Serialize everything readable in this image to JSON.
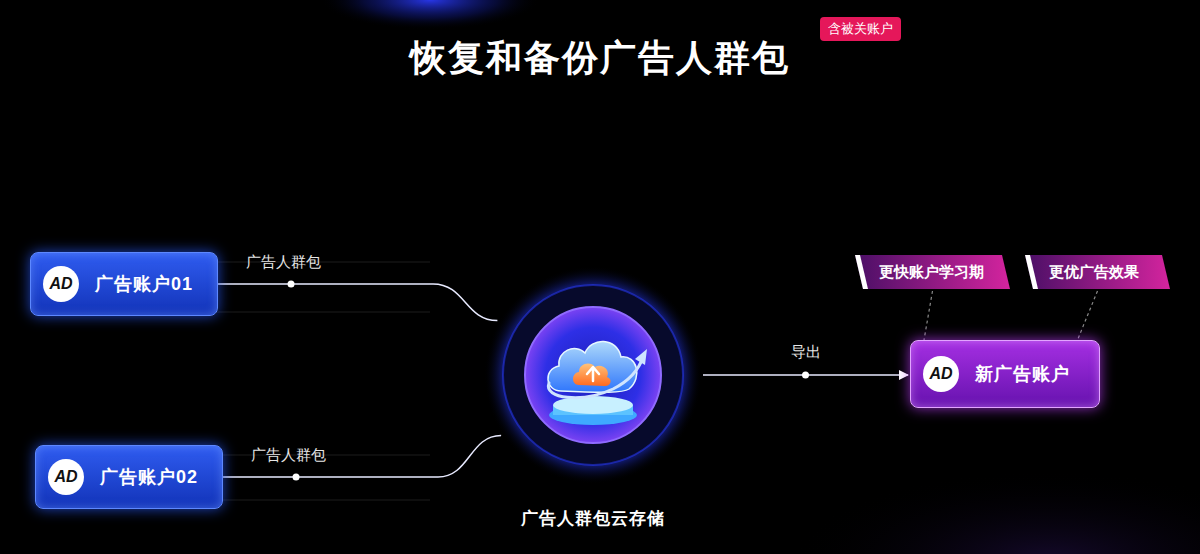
{
  "diagram": {
    "title": "恢复和备份广告人群包",
    "nodes": [
      {
        "text": [
          "含被关账户"
        ]
      },
      {
        "text": [
          "广告账户01"
        ]
      },
      {
        "text": [
          "AD"
        ],
        "in": 1
      },
      {
        "text": [
          "广告账户02"
        ]
      },
      {
        "text": [
          "AD"
        ],
        "in": 3
      },
      {
        "text": [
          "广告人群包云存储"
        ]
      },
      {
        "text": [
          "更快账户学习期"
        ]
      },
      {
        "text": [
          "更优广告效果"
        ]
      },
      {
        "text": [
          "新广告账户"
        ]
      },
      {
        "text": [
          "AD"
        ],
        "in": 8
      }
    ],
    "edges": [
      {
        "from": 1,
        "to": 5,
        "label": "广告人群包",
        "arrow": "none"
      },
      {
        "from": 3,
        "to": 5,
        "label": "广告人群包",
        "arrow": "none"
      },
      {
        "from": 5,
        "to": 8,
        "label": "导出",
        "arrow": "to"
      },
      {
        "from": 6,
        "to": 8,
        "arrow": "none"
      },
      {
        "from": 7,
        "to": 8,
        "arrow": "none"
      }
    ]
  }
}
